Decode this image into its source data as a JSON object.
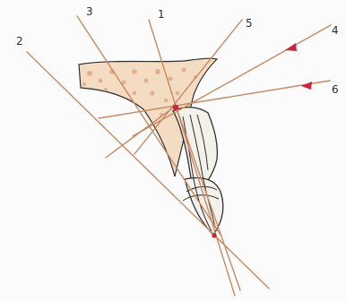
{
  "figure": {
    "line_labels": [
      {
        "id": "1",
        "text": "1"
      },
      {
        "id": "2",
        "text": "2"
      },
      {
        "id": "3",
        "text": "3"
      },
      {
        "id": "4",
        "text": "4"
      },
      {
        "id": "5",
        "text": "5"
      },
      {
        "id": "6",
        "text": "6"
      }
    ],
    "colors": {
      "background": "#fbfbfb",
      "line": "#c68a63",
      "arrow": "#c8263c",
      "bone_fill": "#f3dcc2",
      "bone_dots": "#d9a57e",
      "outline": "#2f2f2f",
      "tooth_fill": "#f4f0ea"
    }
  }
}
